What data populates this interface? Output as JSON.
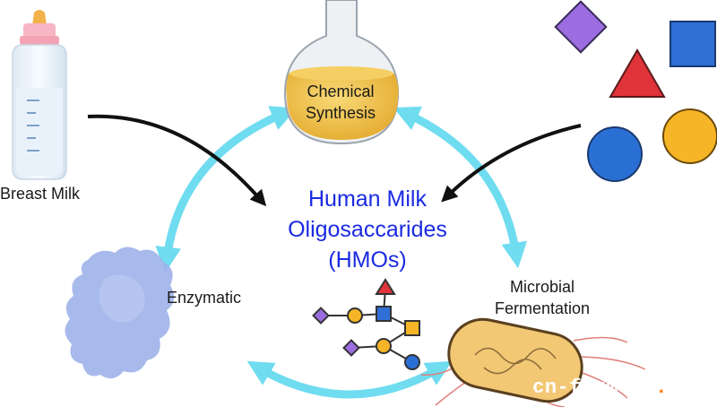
{
  "labels": {
    "breast_milk": "Breast Milk",
    "chemical_line1": "Chemical",
    "chemical_line2": "Synthesis",
    "enzymatic": "Enzymatic",
    "microbial_line1": "Microbial",
    "microbial_line2": "Fermentation"
  },
  "center": {
    "line1": "Human Milk",
    "line2": "Oligosaccarides",
    "line3": "(HMOs)"
  },
  "watermark": {
    "part1": "cn-ferment",
    "dot": ".",
    "part2": "COM"
  },
  "colors": {
    "cycle_arrow": "#6fdcf0",
    "center_text": "#1a2be0",
    "black_arrow": "#111111",
    "diamond": "#9b6de0",
    "square": "#2f6fd6",
    "triangle": "#e0333a",
    "circle_blue": "#2a6fd4",
    "circle_yellow": "#f5b526",
    "flask_liquid": "#f1c34a",
    "enzyme": "#9fb3ea",
    "bacterium": "#f3c874"
  },
  "icons": [
    "baby-bottle-icon",
    "round-flask-icon",
    "enzyme-blob-icon",
    "bacterium-icon",
    "glycan-structure-icon",
    "sugar-shapes-icon"
  ]
}
